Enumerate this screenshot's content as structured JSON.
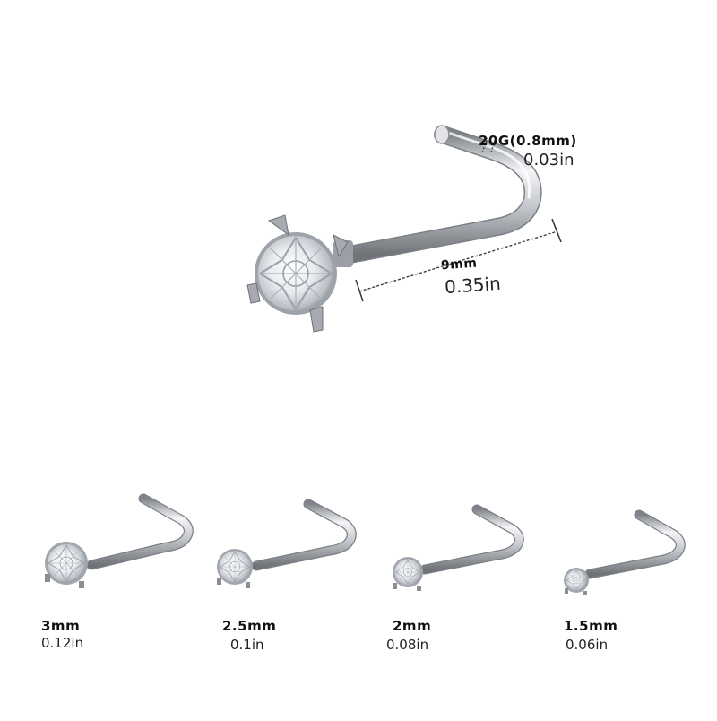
{
  "main_stud": {
    "gauge_label": "20G(0.8mm)",
    "gauge_inches": "0.03in",
    "length_label": "9mm",
    "length_inches": "0.35in"
  },
  "size_options": [
    {
      "mm": "3mm",
      "inches": "0.12in"
    },
    {
      "mm": "2.5mm",
      "inches": "0.1in"
    },
    {
      "mm": "2mm",
      "inches": "0.08in"
    },
    {
      "mm": "1.5mm",
      "inches": "0.06in"
    }
  ],
  "colors": {
    "metal": "#c9ccd1",
    "metal_dark": "#8d9197",
    "gem": "#eef2f5",
    "text": "#111111"
  }
}
